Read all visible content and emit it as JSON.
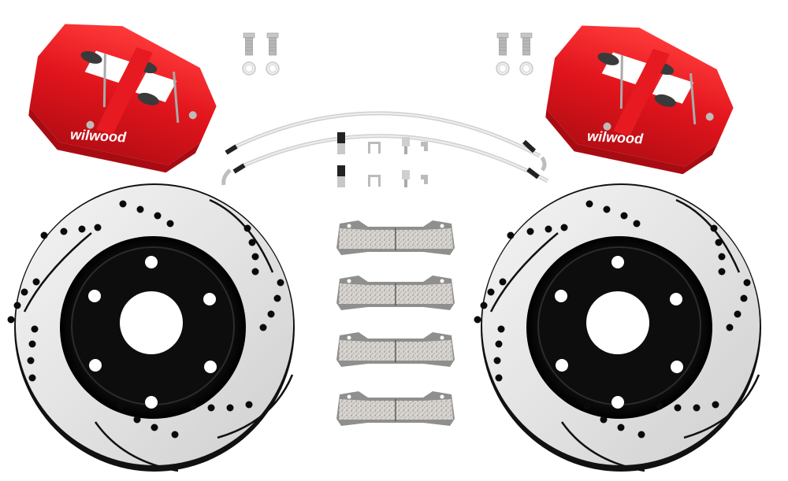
{
  "scene": {
    "description": "Big brake kit product photo on white background",
    "background_color": "#ffffff"
  },
  "components": {
    "calipers": {
      "count": 2,
      "color": "#e0141c",
      "brand_text": "wilwood"
    },
    "bolts": {
      "count": 4
    },
    "washers": {
      "count": 4
    },
    "brake_lines": {
      "count": 2
    },
    "fittings": {
      "rows": 2,
      "per_row": 4
    },
    "brake_pads": {
      "count": 4
    },
    "rotors": {
      "count": 2,
      "type": "drilled and slotted",
      "hat_color": "#111111",
      "lug_holes": 5
    }
  }
}
